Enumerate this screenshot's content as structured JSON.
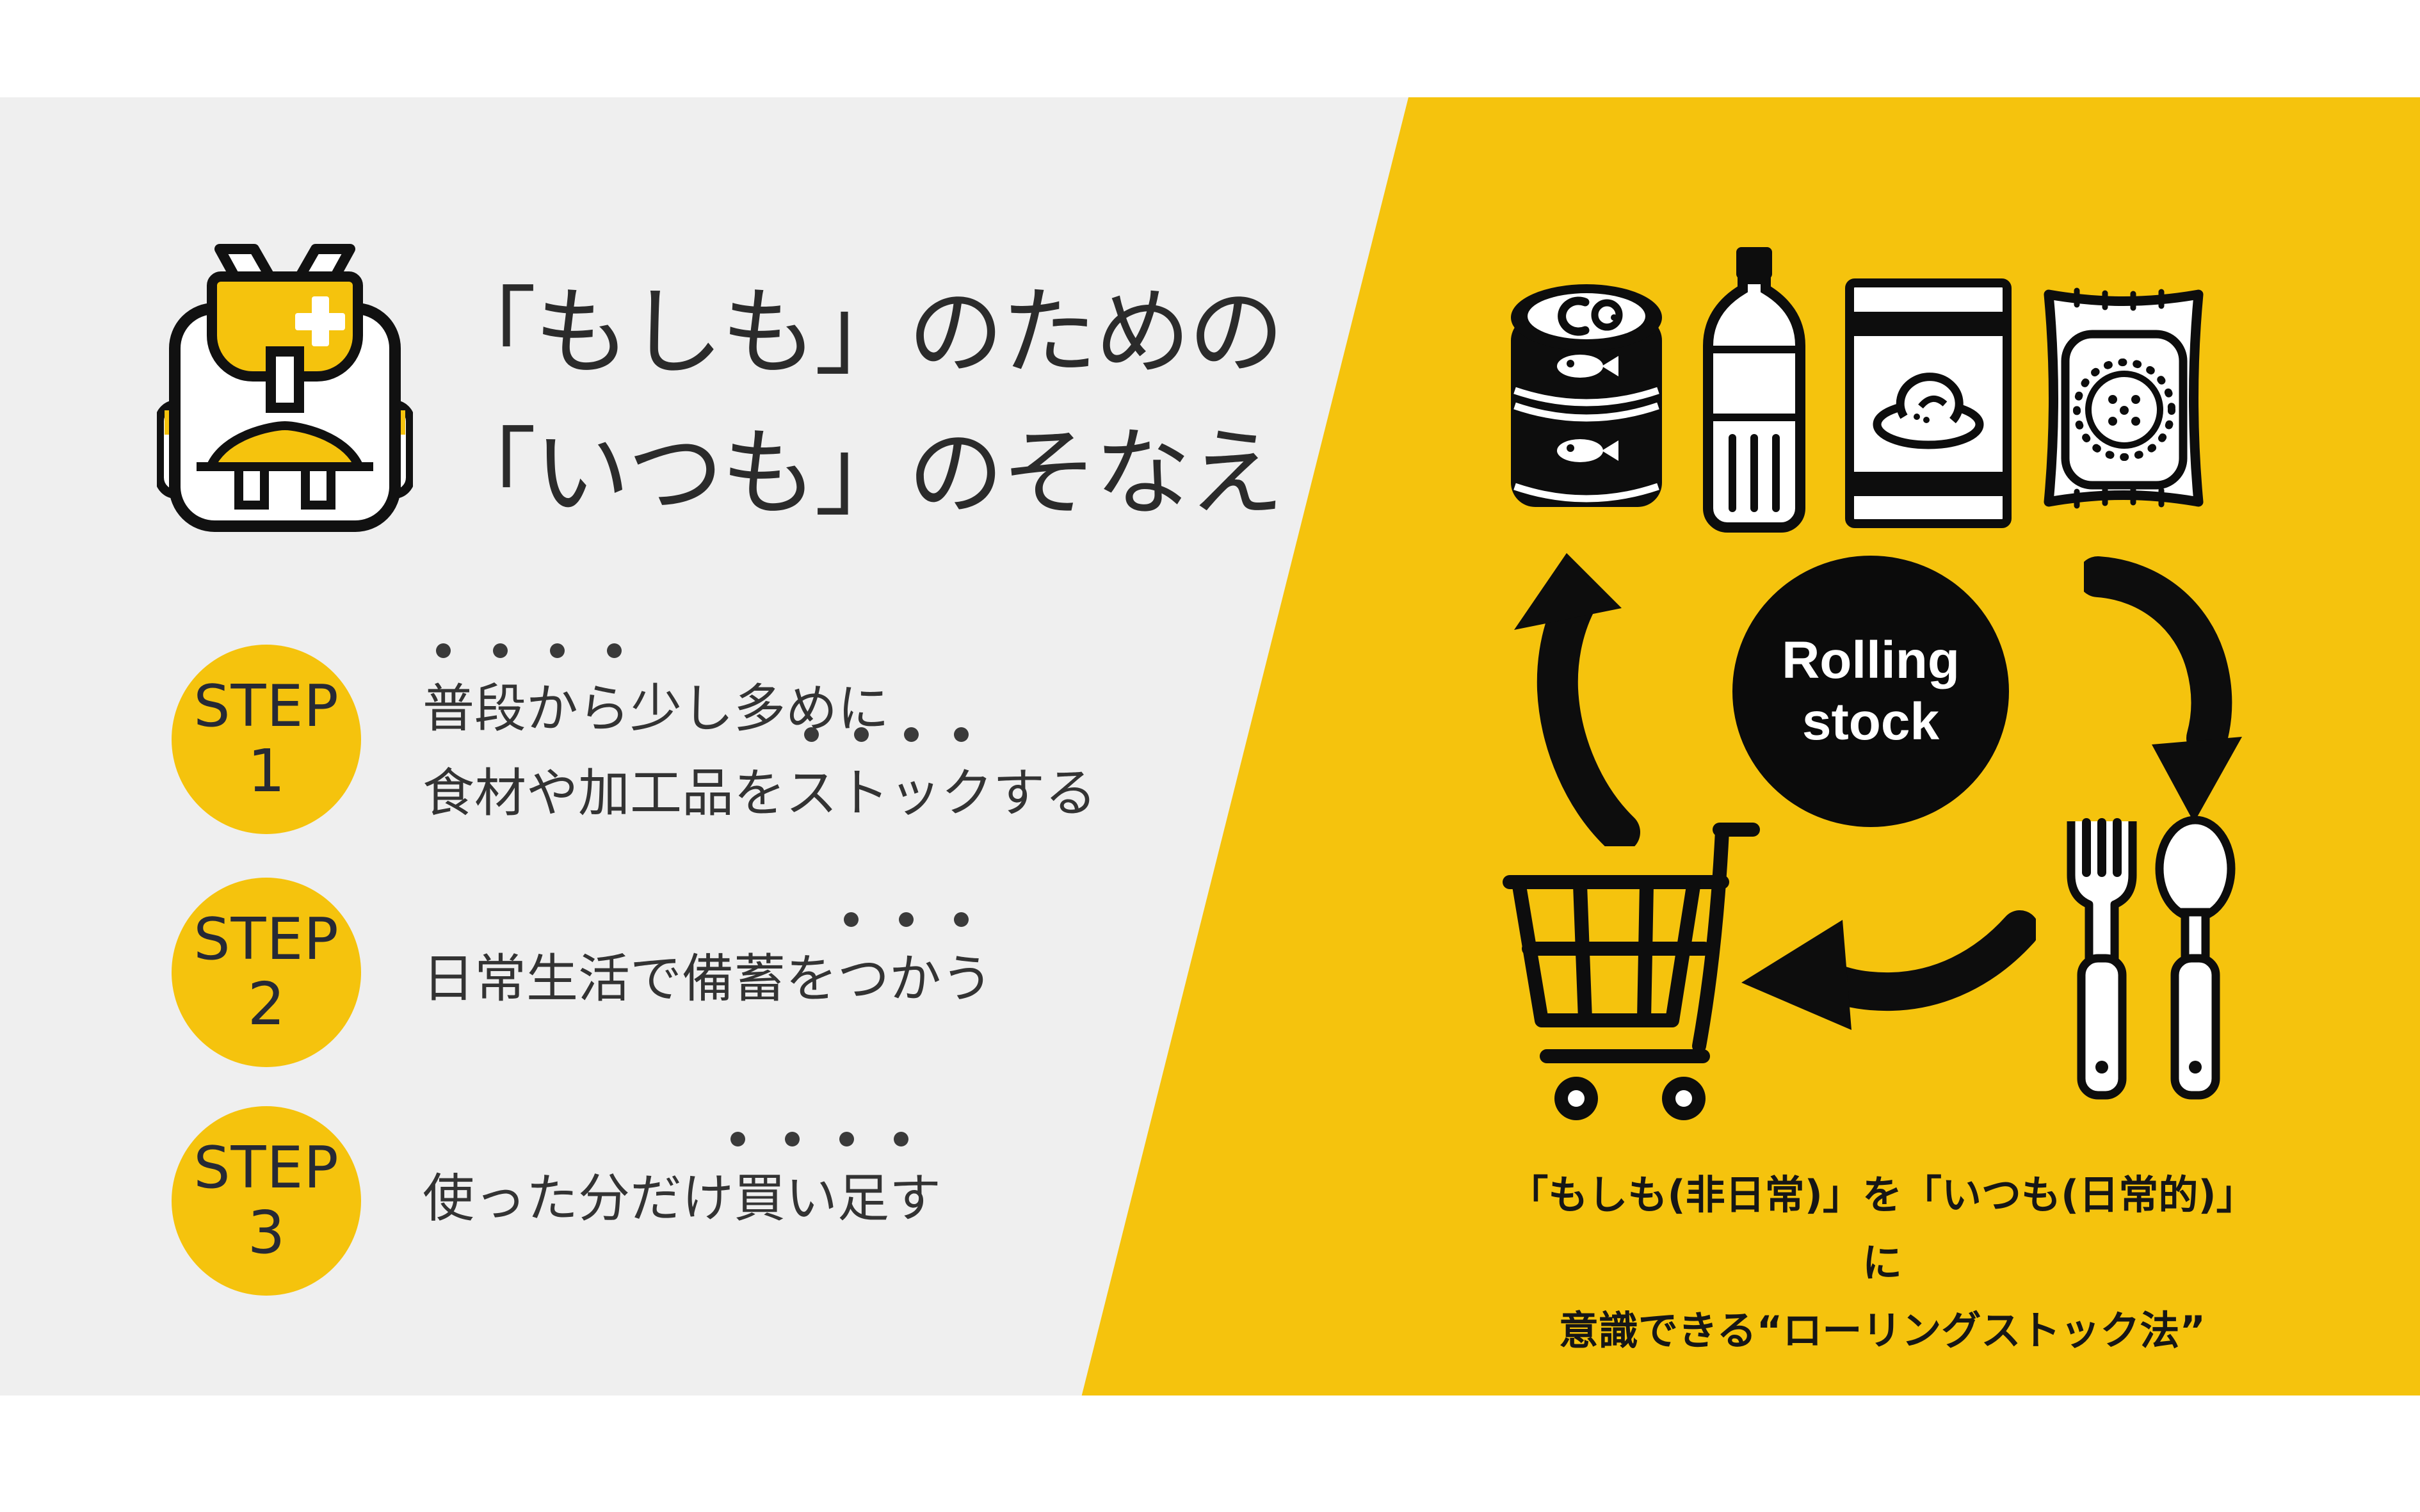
{
  "colors": {
    "background_band": "#FFFFFF",
    "left_panel": "#EFEFEF",
    "right_panel_yellow": "#F5C30D",
    "ink_black": "#0D0D0D",
    "step_badge_yellow": "#F5C30D",
    "step_badge_text": "#262935",
    "body_text": "#333333",
    "rolling_circle": "#0B0B0B",
    "rolling_text": "#FFFFFF"
  },
  "title": {
    "line1": "「もしも」のための",
    "line2": "「いつも」のそなえ"
  },
  "steps": [
    {
      "label": "STEP",
      "num": "1",
      "line1": "普段から少し多めに",
      "line2": "食材や加工品をストックする",
      "emphasis": "dots over 普段から and ストック"
    },
    {
      "label": "STEP",
      "num": "2",
      "line1": "日常生活で備蓄をつかう",
      "emphasis": "dots over つかう"
    },
    {
      "label": "STEP",
      "num": "3",
      "line1": "使った分だけ買い足す",
      "emphasis": "dots over 買い足す"
    }
  ],
  "cycle": {
    "badge_line1": "Rolling",
    "badge_line2": "stock"
  },
  "caption": {
    "line1": "「もしも(非日常)」を「いつも(日常的)」に",
    "line2": "意識できる“ローリングストック法”"
  },
  "icons": {
    "backpack": "emergency-backpack-icon",
    "canned_fish": "canned-fish-icon",
    "water_bottle": "water-bottle-icon",
    "retort_pouch": "retort-food-pouch-icon",
    "snack_bag": "snack-bag-icon",
    "arrow_up": "cycle-arrow-up-icon",
    "arrow_down": "cycle-arrow-down-icon",
    "arrow_left": "cycle-arrow-left-icon",
    "shopping_cart": "shopping-cart-icon",
    "fork_spoon": "fork-spoon-icon"
  }
}
